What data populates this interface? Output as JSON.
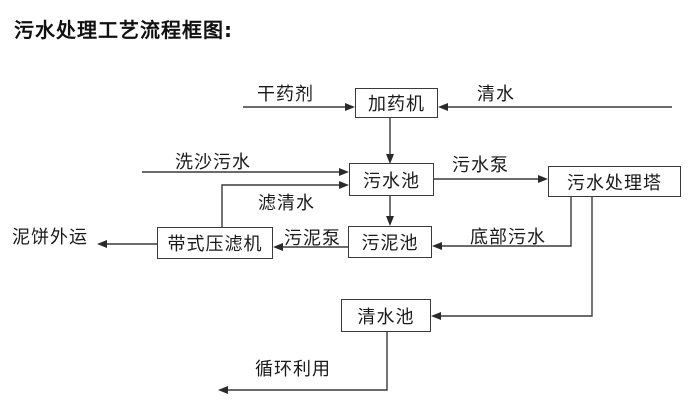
{
  "title": "污水处理工艺流程框图:",
  "nodes": {
    "dosing_machine": "加药机",
    "sewage_pool": "污水池",
    "treatment_tower": "污水处理塔",
    "sludge_pool": "污泥池",
    "belt_filter_press": "带式压滤机",
    "clear_water_pool": "清水池"
  },
  "labels": {
    "dry_agent": "干药剂",
    "clear_water": "清水",
    "sand_washing_sewage": "洗沙污水",
    "sewage_pump": "污水泵",
    "filtered_water": "滤清水",
    "mud_cake_out": "泥饼外运",
    "sludge_pump": "污泥泵",
    "bottom_sewage": "底部污水",
    "recycle_use": "循环利用"
  },
  "colors": {
    "line": "#3a3a3a",
    "text": "#1a1a1a",
    "background": "#ffffff"
  }
}
